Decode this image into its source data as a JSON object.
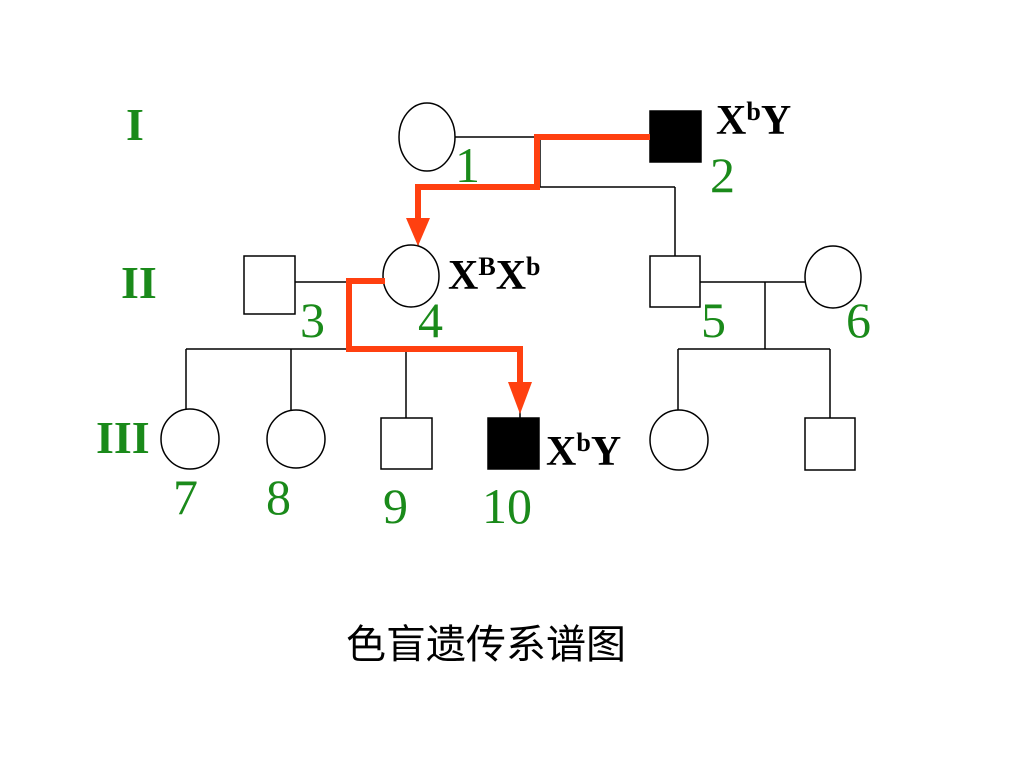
{
  "colors": {
    "generation_label": "#1a8a1a",
    "individual_number": "#1a8a1a",
    "inheritance_path": "#ff4010",
    "affected_fill": "#000000",
    "line": "#000000"
  },
  "generations": [
    "I",
    "II",
    "III"
  ],
  "individuals": [
    {
      "number": "1",
      "sex": "female",
      "affected": false
    },
    {
      "number": "2",
      "sex": "male",
      "affected": true,
      "genotype": {
        "base1": "X",
        "sup1": "b",
        "base2": "Y",
        "sup2": ""
      }
    },
    {
      "number": "3",
      "sex": "male",
      "affected": false
    },
    {
      "number": "4",
      "sex": "female",
      "affected": false,
      "genotype": {
        "base1": "X",
        "sup1": "B",
        "base2": "X",
        "sup2": "b"
      }
    },
    {
      "number": "5",
      "sex": "male",
      "affected": false
    },
    {
      "number": "6",
      "sex": "female",
      "affected": false
    },
    {
      "number": "7",
      "sex": "female",
      "affected": false
    },
    {
      "number": "8",
      "sex": "female",
      "affected": false
    },
    {
      "number": "9",
      "sex": "male",
      "affected": false
    },
    {
      "number": "10",
      "sex": "male",
      "affected": true,
      "genotype": {
        "base1": "X",
        "sup1": "b",
        "base2": "Y",
        "sup2": ""
      }
    },
    {
      "number": "",
      "sex": "female",
      "affected": false
    },
    {
      "number": "",
      "sex": "male",
      "affected": false
    }
  ],
  "caption": "色盲遗传系谱图"
}
